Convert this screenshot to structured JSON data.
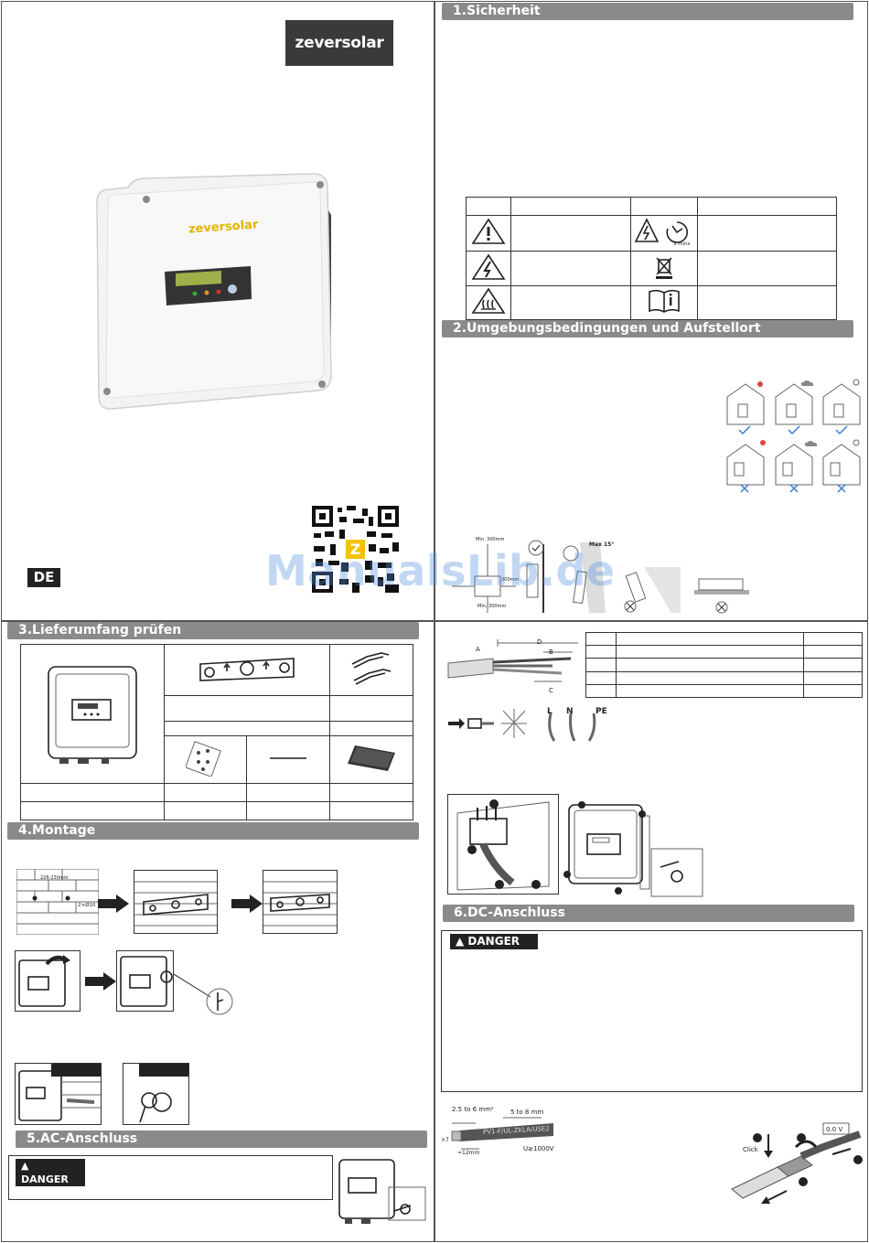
{
  "brand": {
    "logo_text": "zeversolar",
    "device_logo": "zeversolar"
  },
  "language_badge": "DE",
  "watermark": "ManualsLib.de",
  "sections": {
    "s1": "1.Sicherheit",
    "s2": "2.Umgebungsbedingungen und Aufstellort",
    "s3": "3.Lieferumfang prüfen",
    "s4": "4.Montage",
    "s5": "5.AC-Anschluss",
    "s6": "6.DC-Anschluss"
  },
  "danger_label": "DANGER",
  "safety_table": {
    "timer_label": "5 mins"
  },
  "env_diagram": {
    "min_top": "Min. 300mm",
    "min_side": "300mm",
    "min_bottom": "Min. 300mm",
    "max_tilt": "Max 15°"
  },
  "mounting": {
    "drill_spacing": "226-230mm",
    "drill_size": "2×Ø10"
  },
  "ac": {
    "wire_labels": [
      "L",
      "N",
      "PE"
    ],
    "dim_labels": [
      "A",
      "B",
      "C",
      "D"
    ]
  },
  "dc": {
    "cross_section": "2.5 to 6 mm²",
    "outer_diameter": "5 to 8 mm",
    "cable_type": "PV1-F/UL-ZKLA/USE2",
    "voltage": "U≥1000V",
    "strip_length": "≈12mm",
    "strands": "×7",
    "click": "Click",
    "voltage_check": "0.0 V"
  }
}
